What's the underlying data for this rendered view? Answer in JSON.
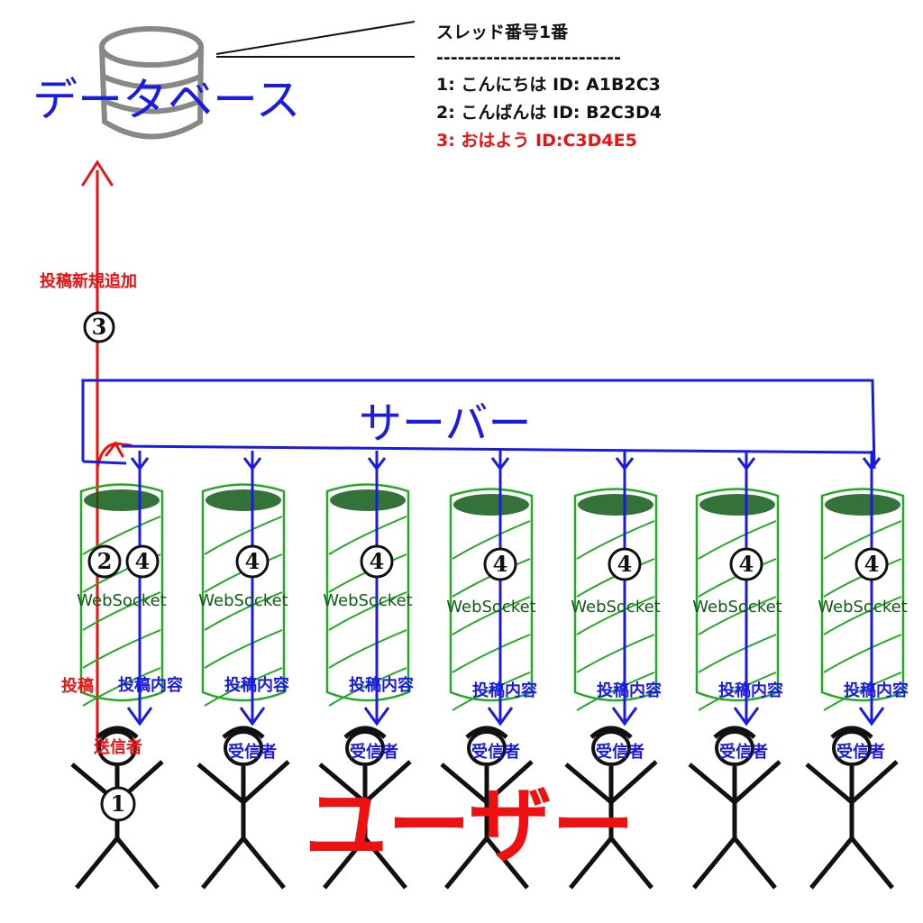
{
  "database": {
    "label": "データベース",
    "icon": "database-icon"
  },
  "thread": {
    "title": "スレッド番号1番",
    "divider": "--------------------------",
    "posts": [
      {
        "text": "1: こんにちは ID: A1B2C3",
        "color": "#111111"
      },
      {
        "text": "2: こんばんは ID: B2C3D4",
        "color": "#111111"
      },
      {
        "text": "3: おはよう ID:C3D4E5",
        "color": "#ee1111"
      }
    ]
  },
  "steps": {
    "post_new_add": "投稿新規追加",
    "post": "投稿",
    "sender": "送信者",
    "receiver": "受信者",
    "websocket": "WebSocket",
    "post_content": "投稿内容",
    "n1": "1",
    "n2": "2",
    "n3": "3",
    "n4": "4"
  },
  "server": {
    "label": "サーバー"
  },
  "users": {
    "label": "ユーザー",
    "count": 7
  },
  "colors": {
    "blue": "#1a1ae6",
    "red": "#ee1111",
    "green": "#22aa22",
    "dark_green": "#0f5a16",
    "gray": "#888888",
    "black": "#111111"
  }
}
